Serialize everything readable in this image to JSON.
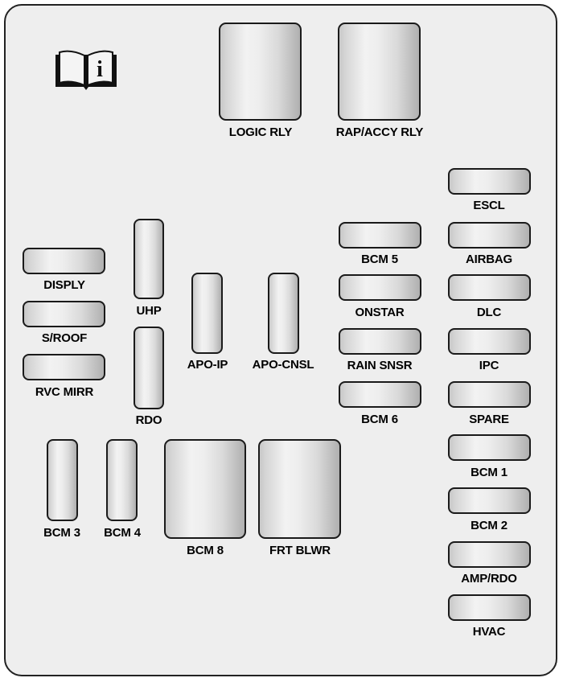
{
  "icons": {
    "manual": "owner-manual-info-icon",
    "manual_glyph": "i"
  },
  "relays": [
    {
      "id": "logic-rly",
      "label": "LOGIC RLY"
    },
    {
      "id": "rap-accy-rly",
      "label": "RAP/ACCY RLY"
    },
    {
      "id": "bcm-8",
      "label": "BCM 8"
    },
    {
      "id": "frt-blwr",
      "label": "FRT BLWR"
    }
  ],
  "left_fuses": [
    {
      "id": "disply",
      "label": "DISPLY"
    },
    {
      "id": "s-roof",
      "label": "S/ROOF"
    },
    {
      "id": "rvc-mirr",
      "label": "RVC MIRR"
    }
  ],
  "vertical_fuses": [
    {
      "id": "uhp",
      "label": "UHP"
    },
    {
      "id": "rdo",
      "label": "RDO"
    },
    {
      "id": "apo-ip",
      "label": "APO-IP"
    },
    {
      "id": "apo-cnsl",
      "label": "APO-CNSL"
    },
    {
      "id": "bcm-3",
      "label": "BCM 3"
    },
    {
      "id": "bcm-4",
      "label": "BCM 4"
    }
  ],
  "middle_fuses": [
    {
      "id": "bcm-5",
      "label": "BCM 5"
    },
    {
      "id": "onstar",
      "label": "ONSTAR"
    },
    {
      "id": "rain-snsr",
      "label": "RAIN SNSR"
    },
    {
      "id": "bcm-6",
      "label": "BCM 6"
    }
  ],
  "right_fuses": [
    {
      "id": "escl",
      "label": "ESCL"
    },
    {
      "id": "airbag",
      "label": "AIRBAG"
    },
    {
      "id": "dlc",
      "label": "DLC"
    },
    {
      "id": "ipc",
      "label": "IPC"
    },
    {
      "id": "spare",
      "label": "SPARE"
    },
    {
      "id": "bcm-1",
      "label": "BCM 1"
    },
    {
      "id": "bcm-2",
      "label": "BCM 2"
    },
    {
      "id": "amp-rdo",
      "label": "AMP/RDO"
    },
    {
      "id": "hvac",
      "label": "HVAC"
    }
  ]
}
